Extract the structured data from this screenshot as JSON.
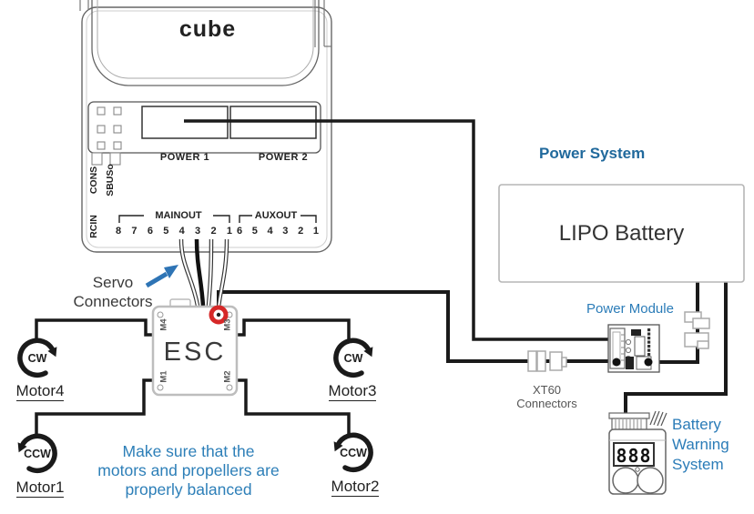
{
  "colors": {
    "label_blue": "#2b7cb8",
    "heading_blue": "#20699c",
    "note_blue": "#2d7fb8",
    "highlight_red": "#d62828",
    "arrow_blue": "#2e74b5",
    "wire_black": "#1a1a1a"
  },
  "flight_controller": {
    "brand": "cube",
    "power1": "POWER 1",
    "power2": "POWER 2",
    "port_sbuso": "SBUSo",
    "port_cons": "CONS",
    "port_rcin": "RCIN",
    "mainout_label": "MAINOUT",
    "mainout_pins": [
      "8",
      "7",
      "6",
      "5",
      "4",
      "3",
      "2",
      "1"
    ],
    "auxout_label": "AUXOUT",
    "auxout_pins": [
      "6",
      "5",
      "4",
      "3",
      "2",
      "1"
    ]
  },
  "servo_connectors": {
    "line1": "Servo",
    "line2": "Connectors"
  },
  "esc": {
    "label": "ESC",
    "m1": "M1",
    "m2": "M2",
    "m3": "M3",
    "m4": "M4"
  },
  "motors": {
    "motor1": {
      "name": "Motor1",
      "direction": "CCW"
    },
    "motor2": {
      "name": "Motor2",
      "direction": "CCW"
    },
    "motor3": {
      "name": "Motor3",
      "direction": "CW"
    },
    "motor4": {
      "name": "Motor4",
      "direction": "CW"
    }
  },
  "note": {
    "line1": "Make sure that the",
    "line2": "motors and propellers are",
    "line3": "properly balanced"
  },
  "power_system": {
    "heading": "Power System",
    "battery": "LIPO Battery",
    "power_module": "Power Module",
    "xt60_line1": "XT60",
    "xt60_line2": "Connectors",
    "bws_line1": "Battery",
    "bws_line2": "Warning",
    "bws_line3": "System",
    "bws_display": "888"
  }
}
